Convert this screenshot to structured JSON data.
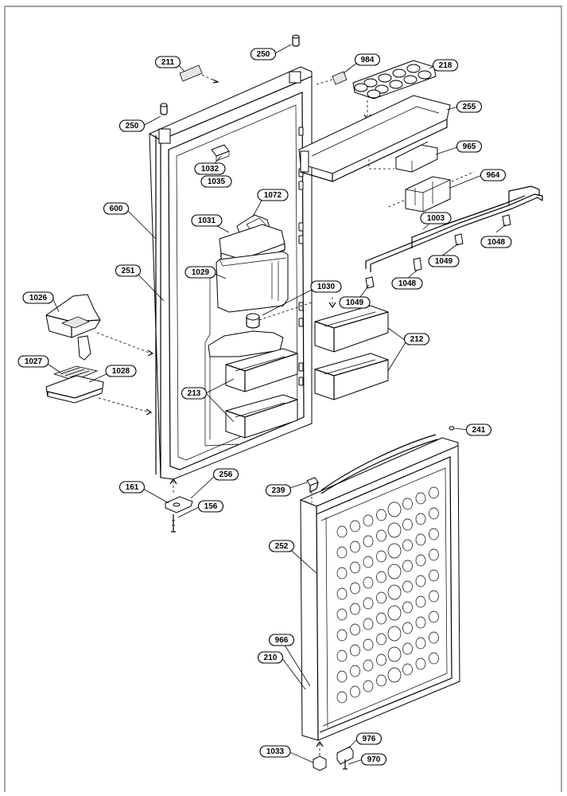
{
  "labels": {
    "p211": "211",
    "p250a": "250",
    "p250b": "250",
    "p984": "984",
    "p218": "218",
    "p255": "255",
    "p965": "965",
    "p964": "964",
    "p1032": "1032",
    "p1035": "1035",
    "p1072": "1072",
    "p600": "600",
    "p1031": "1031",
    "p1003": "1003",
    "p1048a": "1048",
    "p1049a": "1049",
    "p1048b": "1048",
    "p251": "251",
    "p1029": "1029",
    "p1030": "1030",
    "p1026": "1026",
    "p1049b": "1049",
    "p212": "212",
    "p1027": "1027",
    "p1028": "1028",
    "p213": "213",
    "p241": "241",
    "p161": "161",
    "p256": "256",
    "p239": "239",
    "p156": "156",
    "p252": "252",
    "p966": "966",
    "p210": "210",
    "p976": "976",
    "p1033": "1033",
    "p970": "970"
  }
}
